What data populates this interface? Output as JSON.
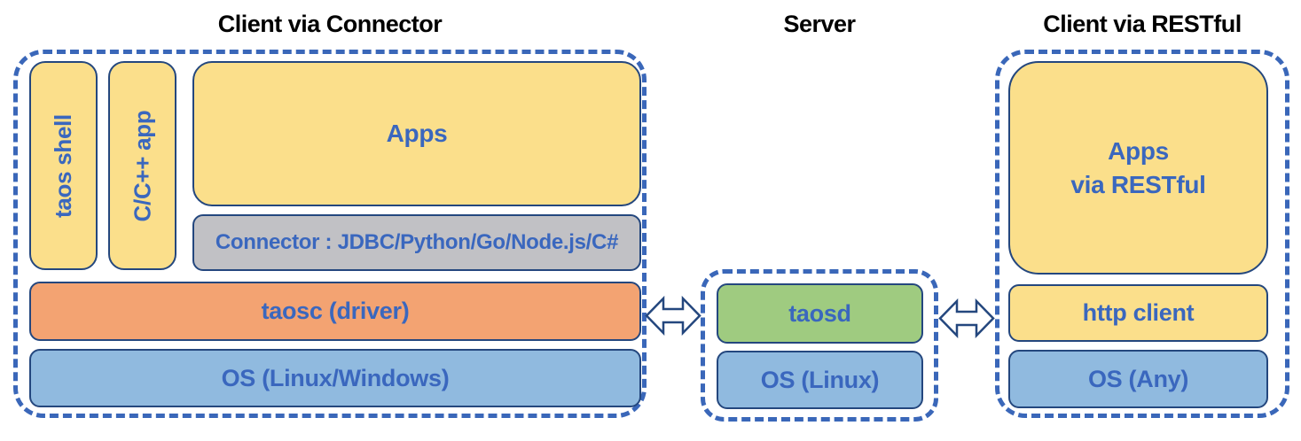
{
  "diagram": {
    "left": {
      "title": "Client via Connector",
      "taos_shell": "taos shell",
      "cpp_app": "C/C++ app",
      "apps": "Apps",
      "connector": "Connector : JDBC/Python/Go/Node.js/C#",
      "taosc": "taosc (driver)",
      "os": "OS (Linux/Windows)"
    },
    "server": {
      "title": "Server",
      "taosd": "taosd",
      "os": "OS (Linux)"
    },
    "right": {
      "title": "Client via RESTful",
      "apps_line1": "Apps",
      "apps_line2": "via RESTful",
      "http_client": "http client",
      "os": "OS (Any)"
    },
    "icons": {
      "left_arrow": "double-headed-arrow",
      "right_arrow": "double-headed-arrow"
    },
    "colors": {
      "dash_border": "#3A67B9",
      "box_border": "#24477E",
      "yellow_fill": "#FBDF8B",
      "orange_fill": "#F3A372",
      "green_fill": "#9FCB80",
      "blue_fill": "#90BADF",
      "gray_fill": "#C1C1C5",
      "label_blue": "#3A67BE",
      "title_black": "#000000"
    }
  }
}
